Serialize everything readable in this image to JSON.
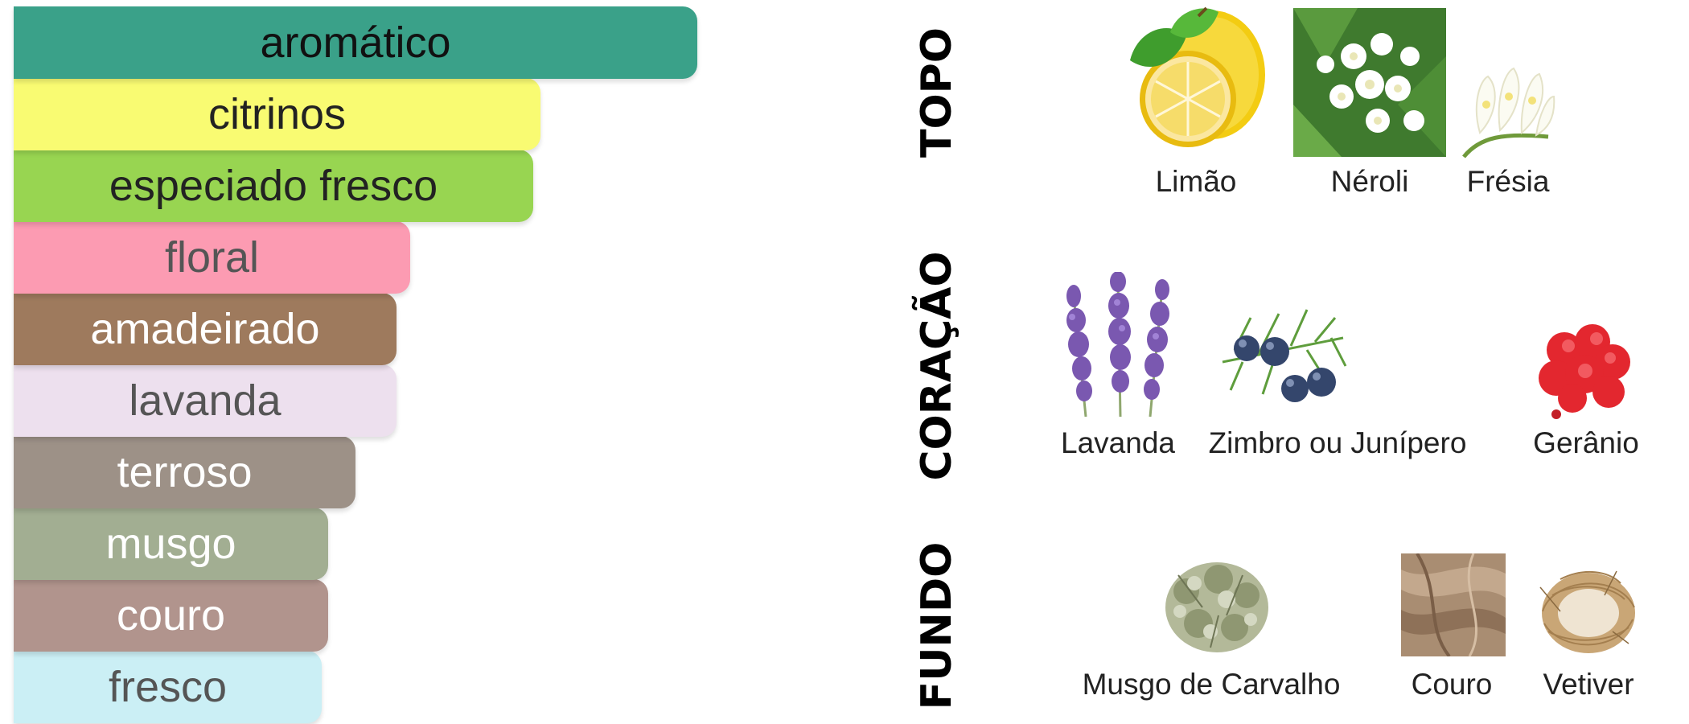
{
  "chart_data": {
    "type": "bar",
    "orientation": "horizontal",
    "categories": [
      "aromático",
      "citrinos",
      "especiado fresco",
      "floral",
      "amadeirado",
      "lavanda",
      "terroso",
      "musgo",
      "couro",
      "fresco"
    ],
    "values": [
      100,
      77,
      76,
      58,
      56,
      56,
      50,
      46,
      46,
      45
    ],
    "colors": [
      "#3aa189",
      "#f9fb72",
      "#98d551",
      "#fc9bb2",
      "#9e7a5d",
      "#ede0ee",
      "#9d9187",
      "#a2ae92",
      "#b1948d",
      "#cbeff5"
    ],
    "label_colors": [
      "#111111",
      "#222222",
      "#222222",
      "#555555",
      "#ffffff",
      "#555555",
      "#ffffff",
      "#ffffff",
      "#ffffff",
      "#555555"
    ]
  },
  "pyramid": {
    "tiers": [
      {
        "title": "TOPO",
        "notes": [
          {
            "label": "Limão",
            "icon": "lemon-icon"
          },
          {
            "label": "Néroli",
            "icon": "neroli-flower-icon"
          },
          {
            "label": "Frésia",
            "icon": "freesia-flower-icon"
          }
        ]
      },
      {
        "title": "CORAÇÃO",
        "notes": [
          {
            "label": "Lavanda",
            "icon": "lavender-icon"
          },
          {
            "label": "Zimbro ou Junípero",
            "icon": "juniper-berries-icon"
          },
          {
            "label": "Gerânio",
            "icon": "geranium-flower-icon"
          }
        ]
      },
      {
        "title": "FUNDO",
        "notes": [
          {
            "label": "Musgo de Carvalho",
            "icon": "oakmoss-icon"
          },
          {
            "label": "Couro",
            "icon": "leather-icon"
          },
          {
            "label": "Vetiver",
            "icon": "vetiver-icon"
          }
        ]
      }
    ]
  }
}
